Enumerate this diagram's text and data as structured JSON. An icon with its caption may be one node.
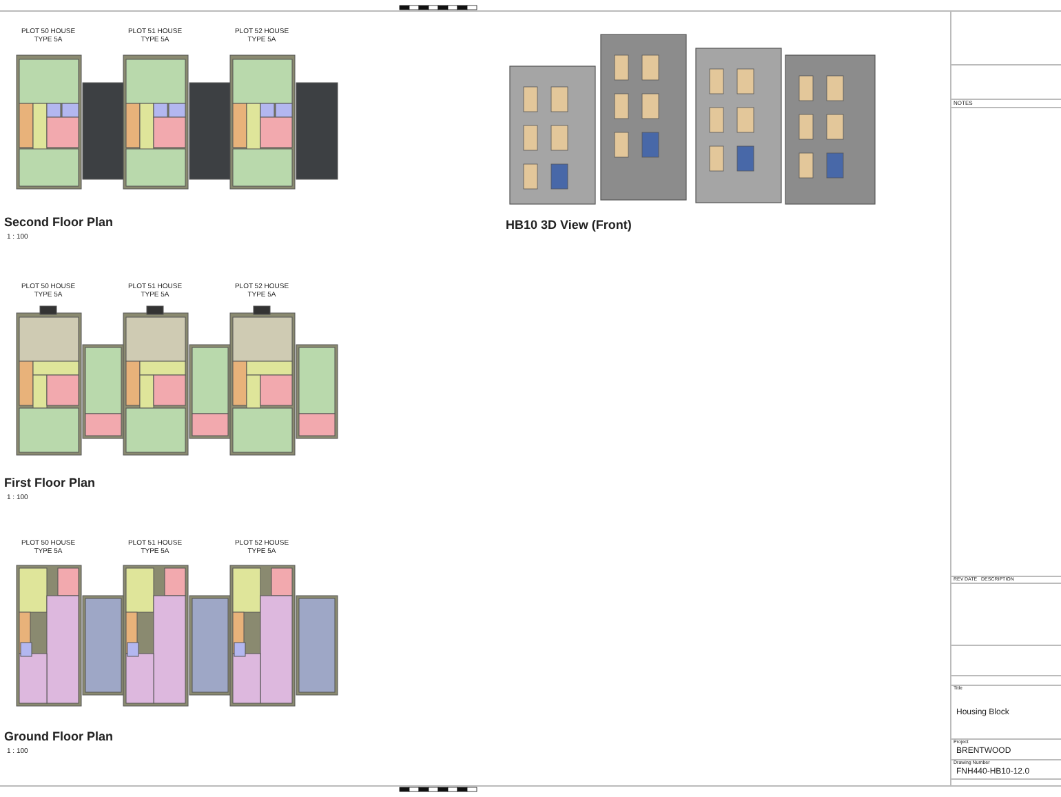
{
  "diagram": {
    "labels": [
      "PLOT 50 HOUSE TYPE 5A",
      "PLOT 51 HOUSE TYPE 5A",
      "PLOT 52 HOUSE TYPE 5A",
      "NOTES",
      "Second Floor Plan",
      "1 : 100",
      "HB10 3D View (Front)",
      "PLOT 50 HOUSE TYPE 5A",
      "PLOT 51 HOUSE TYPE 5A",
      "PLOT 52 HOUSE TYPE 5A",
      "First Floor Plan",
      "1 : 100",
      "PLOT 50 HOUSE TYPE 5A",
      "PLOT 51 HOUSE TYPE 5A",
      "PLOT 52 HOUSE TYPE 5A",
      "REV",
      "DATE",
      "DESCRIPTION",
      "Title",
      "Housing Block",
      "Ground Floor Plan",
      "1 : 100",
      "Project",
      "BRENTWOOD",
      "Drawing Number",
      "FNH440-HB10-12.0"
    ]
  }
}
